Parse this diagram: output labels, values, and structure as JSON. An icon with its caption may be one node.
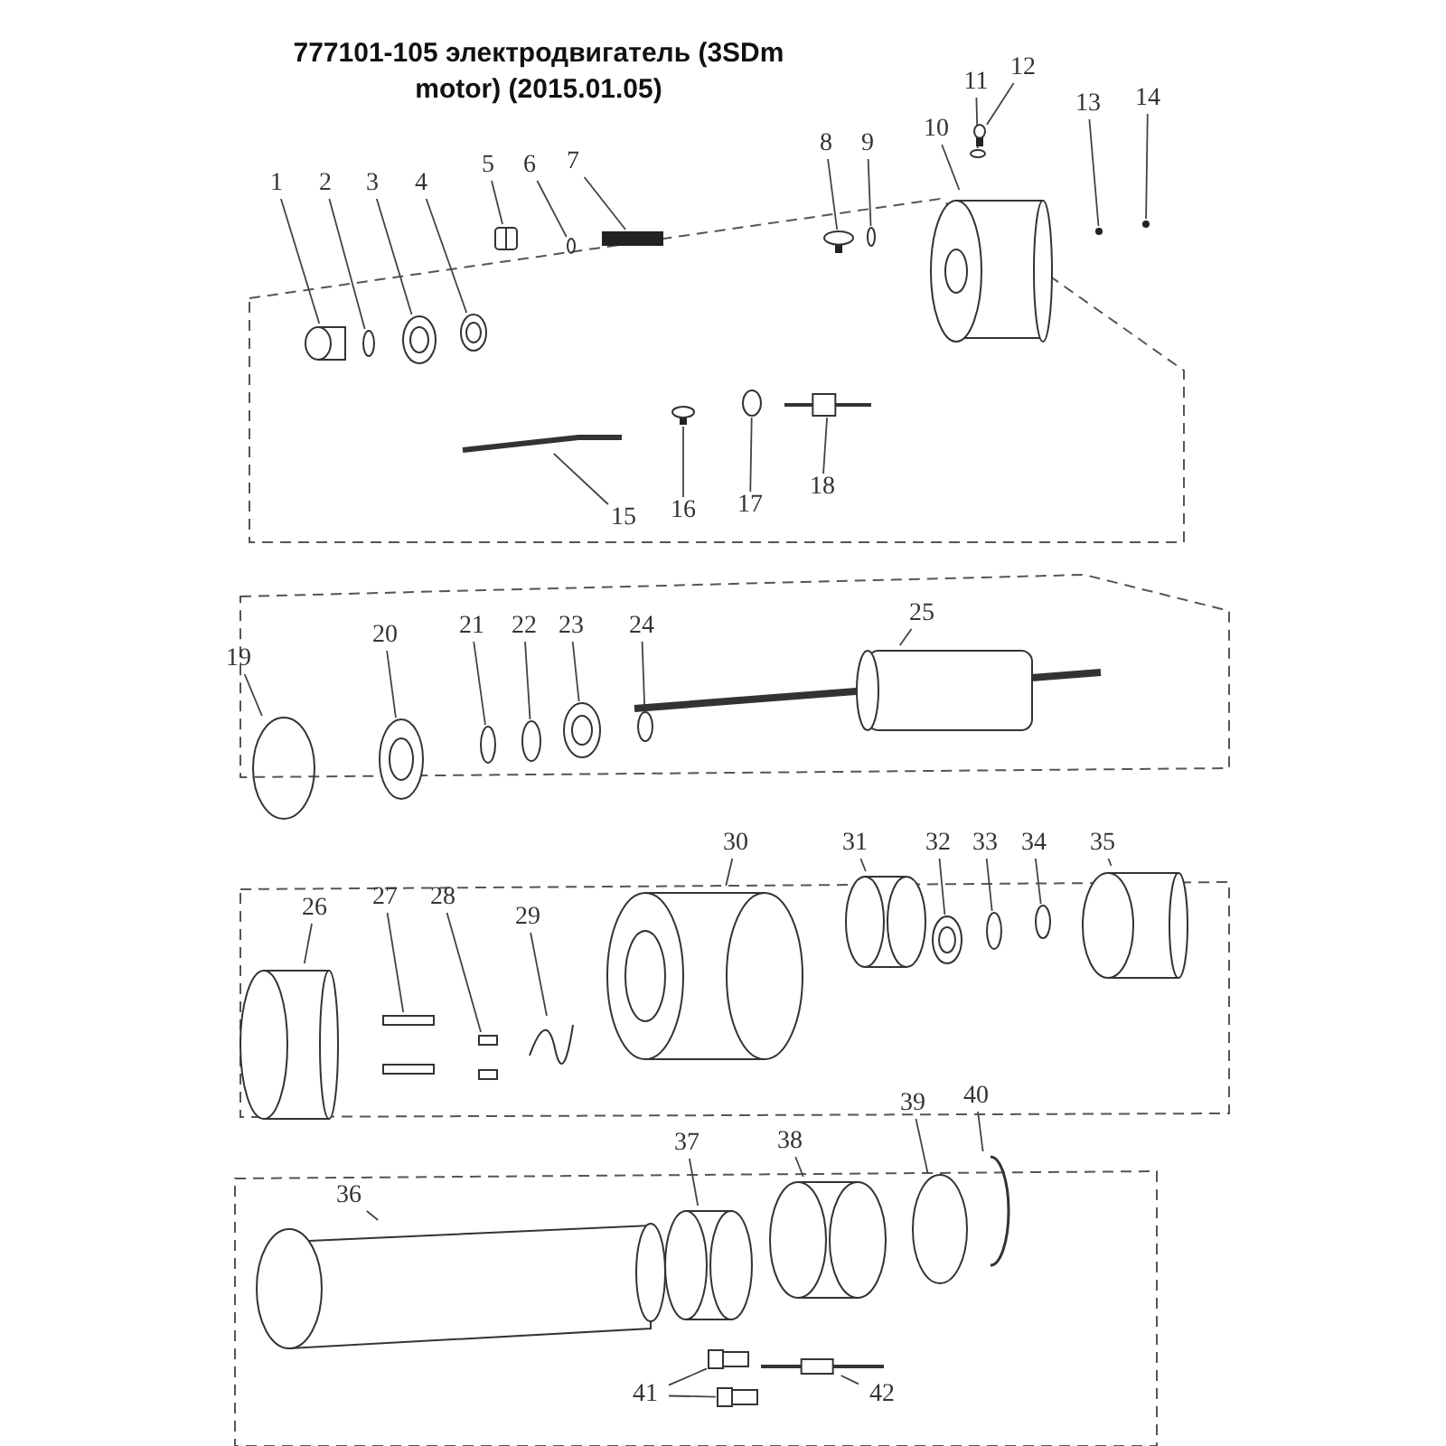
{
  "diagram": {
    "title": "777101-105 электродвигатель (3SDm motor) (2015.01.05)",
    "nodes": [
      {
        "text": [
          "1"
        ]
      },
      {
        "text": [
          "2"
        ]
      },
      {
        "text": [
          "3"
        ]
      },
      {
        "text": [
          "4"
        ]
      },
      {
        "text": [
          "5"
        ]
      },
      {
        "text": [
          "6"
        ]
      },
      {
        "text": [
          "7"
        ]
      },
      {
        "text": [
          "8"
        ]
      },
      {
        "text": [
          "9"
        ]
      },
      {
        "text": [
          "10"
        ]
      },
      {
        "text": [
          "11"
        ]
      },
      {
        "text": [
          "12"
        ]
      },
      {
        "text": [
          "13"
        ]
      },
      {
        "text": [
          "14"
        ]
      },
      {
        "text": [
          "15"
        ]
      },
      {
        "text": [
          "16"
        ]
      },
      {
        "text": [
          "17"
        ]
      },
      {
        "text": [
          "18"
        ]
      },
      {
        "text": [
          "19"
        ]
      },
      {
        "text": [
          "20"
        ]
      },
      {
        "text": [
          "21"
        ]
      },
      {
        "text": [
          "22"
        ]
      },
      {
        "text": [
          "23"
        ]
      },
      {
        "text": [
          "24"
        ]
      },
      {
        "text": [
          "25"
        ]
      },
      {
        "text": [
          "26"
        ]
      },
      {
        "text": [
          "27"
        ]
      },
      {
        "text": [
          "28"
        ]
      },
      {
        "text": [
          "29"
        ]
      },
      {
        "text": [
          "30"
        ]
      },
      {
        "text": [
          "31"
        ]
      },
      {
        "text": [
          "32"
        ]
      },
      {
        "text": [
          "33"
        ]
      },
      {
        "text": [
          "34"
        ]
      },
      {
        "text": [
          "35"
        ]
      },
      {
        "text": [
          "36"
        ]
      },
      {
        "text": [
          "37"
        ]
      },
      {
        "text": [
          "38"
        ]
      },
      {
        "text": [
          "39"
        ]
      },
      {
        "text": [
          "40"
        ]
      },
      {
        "text": [
          "41"
        ]
      },
      {
        "text": [
          "42"
        ]
      },
      {
        "text": [],
        "shape": "cylinder"
      },
      {
        "text": [],
        "shape": "circle"
      },
      {
        "text": [],
        "shape": "circle"
      },
      {
        "text": [],
        "shape": "circle"
      },
      {
        "text": [],
        "shape": "box"
      },
      {
        "text": [],
        "shape": "circle"
      },
      {
        "text": [],
        "shape": "bar"
      },
      {
        "text": [],
        "shape": "bar"
      },
      {
        "text": [],
        "shape": "circle"
      },
      {
        "text": [],
        "shape": "cylinder"
      },
      {
        "text": [],
        "shape": "circle"
      },
      {
        "text": [],
        "shape": "bar"
      },
      {
        "text": [],
        "shape": "circle"
      },
      {
        "text": [],
        "shape": "circle"
      },
      {
        "text": [],
        "shape": "picture"
      },
      {
        "text": [],
        "shape": "bar"
      },
      {
        "text": [],
        "shape": "circle"
      },
      {
        "text": [],
        "shape": "bar"
      },
      {
        "text": [],
        "shape": "circle"
      },
      {
        "text": [],
        "shape": "circle"
      },
      {
        "text": [],
        "shape": "circle"
      },
      {
        "text": [],
        "shape": "circle"
      },
      {
        "text": [],
        "shape": "circle"
      },
      {
        "text": [],
        "shape": "circle"
      },
      {
        "text": [],
        "shape": "cylinder"
      },
      {
        "text": [],
        "shape": "cylinder"
      },
      {
        "text": [],
        "shape": "bar"
      },
      {
        "text": [],
        "shape": "bar"
      },
      {
        "text": [],
        "shape": "picture"
      },
      {
        "text": [],
        "shape": "cylinder"
      },
      {
        "text": [],
        "shape": "cylinder"
      },
      {
        "text": [],
        "shape": "circle"
      },
      {
        "text": [],
        "shape": "circle"
      },
      {
        "text": [],
        "shape": "circle"
      },
      {
        "text": [],
        "shape": "cylinder"
      },
      {
        "text": [],
        "shape": "cylinder"
      },
      {
        "text": [],
        "shape": "cylinder"
      },
      {
        "text": [],
        "shape": "cylinder"
      },
      {
        "text": [],
        "shape": "circle"
      },
      {
        "text": [],
        "shape": "circle"
      },
      {
        "text": [],
        "shape": "box"
      },
      {
        "text": [],
        "shape": "box"
      },
      {
        "text": [],
        "shape": "bar"
      }
    ],
    "edges": [
      {
        "from": 0,
        "to": 42,
        "arrow": "none"
      },
      {
        "from": 1,
        "to": 43,
        "arrow": "none"
      },
      {
        "from": 2,
        "to": 44,
        "arrow": "none"
      },
      {
        "from": 3,
        "to": 45,
        "arrow": "none"
      },
      {
        "from": 4,
        "to": 46,
        "arrow": "none"
      },
      {
        "from": 5,
        "to": 47,
        "arrow": "none"
      },
      {
        "from": 6,
        "to": 48,
        "arrow": "none"
      },
      {
        "from": 7,
        "to": 49,
        "arrow": "none"
      },
      {
        "from": 8,
        "to": 50,
        "arrow": "none"
      },
      {
        "from": 9,
        "to": 51,
        "arrow": "none"
      },
      {
        "from": 10,
        "to": 52,
        "arrow": "none"
      },
      {
        "from": 11,
        "to": 53,
        "arrow": "none"
      },
      {
        "from": 12,
        "to": 54,
        "arrow": "none"
      },
      {
        "from": 13,
        "to": 55,
        "arrow": "none"
      },
      {
        "from": 14,
        "to": 56,
        "arrow": "none"
      },
      {
        "from": 15,
        "to": 57,
        "arrow": "none"
      },
      {
        "from": 16,
        "to": 58,
        "arrow": "none"
      },
      {
        "from": 17,
        "to": 59,
        "arrow": "none"
      },
      {
        "from": 18,
        "to": 60,
        "arrow": "none"
      },
      {
        "from": 19,
        "to": 61,
        "arrow": "none"
      },
      {
        "from": 20,
        "to": 62,
        "arrow": "none"
      },
      {
        "from": 21,
        "to": 63,
        "arrow": "none"
      },
      {
        "from": 22,
        "to": 64,
        "arrow": "none"
      },
      {
        "from": 23,
        "to": 65,
        "arrow": "none"
      },
      {
        "from": 24,
        "to": 66,
        "arrow": "none"
      },
      {
        "from": 25,
        "to": 67,
        "arrow": "none"
      },
      {
        "from": 26,
        "to": 68,
        "arrow": "none"
      },
      {
        "from": 27,
        "to": 69,
        "arrow": "none"
      },
      {
        "from": 28,
        "to": 70,
        "arrow": "none"
      },
      {
        "from": 29,
        "to": 71,
        "arrow": "none"
      },
      {
        "from": 30,
        "to": 72,
        "arrow": "none"
      },
      {
        "from": 31,
        "to": 73,
        "arrow": "none"
      },
      {
        "from": 32,
        "to": 74,
        "arrow": "none"
      },
      {
        "from": 33,
        "to": 75,
        "arrow": "none"
      },
      {
        "from": 34,
        "to": 76,
        "arrow": "none"
      },
      {
        "from": 35,
        "to": 77,
        "arrow": "none"
      },
      {
        "from": 36,
        "to": 78,
        "arrow": "none"
      },
      {
        "from": 37,
        "to": 79,
        "arrow": "none"
      },
      {
        "from": 38,
        "to": 80,
        "arrow": "none"
      },
      {
        "from": 39,
        "to": 81,
        "arrow": "none"
      },
      {
        "from": 40,
        "to": 82,
        "arrow": "none"
      },
      {
        "from": 40,
        "to": 83,
        "arrow": "none"
      },
      {
        "from": 41,
        "to": 84,
        "arrow": "none"
      }
    ]
  }
}
